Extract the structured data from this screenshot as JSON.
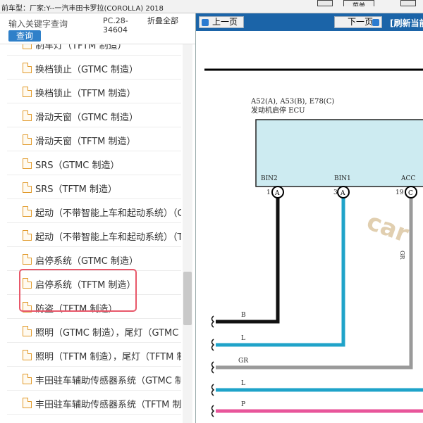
{
  "topbar": {
    "car_model": "前车型：厂家:Y--一汽丰田卡罗拉(COROLLA) 2018",
    "menu_label": "菜单"
  },
  "search": {
    "keyword_label": "输入关键字查询",
    "query_button": "查询",
    "doc_code": "PC.28-34604",
    "collapse_all": "折叠全部"
  },
  "tree": {
    "items": [
      {
        "label": "制车灯（TFTM 制造）"
      },
      {
        "label": "换档锁止（GTMC 制造）"
      },
      {
        "label": "换档锁止（TFTM 制造）"
      },
      {
        "label": "滑动天窗（GTMC 制造）"
      },
      {
        "label": "滑动天窗（TFTM 制造）"
      },
      {
        "label": "SRS（GTMC 制造）"
      },
      {
        "label": "SRS（TFTM 制造）"
      },
      {
        "label": "起动（不带智能上车和起动系统）（GTMC 制造）"
      },
      {
        "label": "起动（不带智能上车和起动系统）（TFTM 制造）"
      },
      {
        "label": "启停系统（GTMC 制造）"
      },
      {
        "label": "启停系统（TFTM 制造）"
      },
      {
        "label": "防盗（TFTM 制造）"
      },
      {
        "label": "照明（GTMC 制造），尾灯（GTMC 制造）"
      },
      {
        "label": "照明（TFTM 制造），尾灯（TFTM 制造）"
      },
      {
        "label": "丰田驻车辅助传感器系统（GTMC 制造）"
      },
      {
        "label": "丰田驻车辅助传感器系统（TFTM 制造）"
      }
    ]
  },
  "viewer": {
    "prev_label": "上一页",
    "next_label": "下一页",
    "refresh_label": "[刷新当前"
  },
  "diagram": {
    "connector_refs": "A52(A), A53(B), E78(C)",
    "ecu_name": "发动机启停 ECU",
    "pins": [
      {
        "name": "BIN2",
        "number": "1",
        "connector": "A",
        "wire": "B",
        "color": "#111111"
      },
      {
        "name": "BIN1",
        "number": "3",
        "connector": "A",
        "wire": "L",
        "color": "#1fa3c9"
      },
      {
        "name": "ACC",
        "number": "19",
        "connector": "C",
        "wire": "GR",
        "color": "#9a9a9a"
      }
    ],
    "extra_wires": [
      {
        "label": "L",
        "color": "#1fa3c9"
      },
      {
        "label": "P",
        "color": "#e8559a"
      }
    ],
    "watermark": "car"
  }
}
